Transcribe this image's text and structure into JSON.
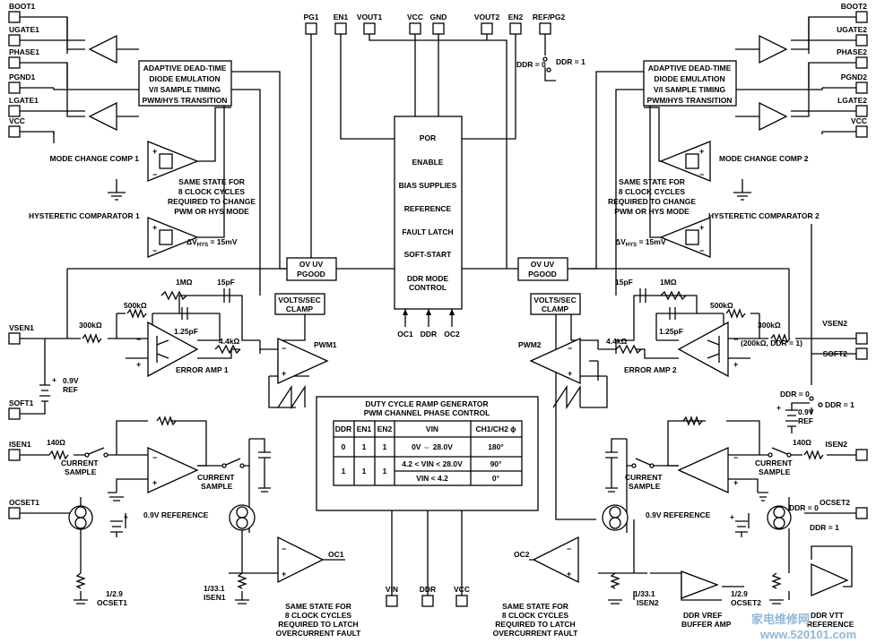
{
  "pins": {
    "boot1": "BOOT1",
    "ugate1": "UGATE1",
    "phase1": "PHASE1",
    "pgnd1": "PGND1",
    "lgate1": "LGATE1",
    "vcc_l": "VCC",
    "boot2": "BOOT2",
    "ugate2": "UGATE2",
    "phase2": "PHASE2",
    "pgnd2": "PGND2",
    "lgate2": "LGATE2",
    "vcc_r": "VCC",
    "pg1": "PG1",
    "en1": "EN1",
    "vout1": "VOUT1",
    "vcc_top": "VCC",
    "gnd": "GND",
    "vout2": "VOUT2",
    "en2": "EN2",
    "refpg2": "REF/PG2",
    "vsen1": "VSEN1",
    "soft1": "SOFT1",
    "isen1": "ISEN1",
    "ocset1": "OCSET1",
    "vsen2": "VSEN2",
    "soft2": "SOFT2",
    "isen2": "ISEN2",
    "ocset2": "OCSET2",
    "vin_b": "VIN",
    "ddr_b": "DDR",
    "vcc_b": "VCC",
    "oc1_in": "OC1",
    "ddr_in": "DDR",
    "oc2_in": "OC2"
  },
  "left_driver_block": [
    "ADAPTIVE DEAD-TIME",
    "DIODE EMULATION",
    "V/I SAMPLE TIMING",
    "PWM/HYS TRANSITION"
  ],
  "right_driver_block": [
    "ADAPTIVE DEAD-TIME",
    "DIODE EMULATION",
    "V/I SAMPLE TIMING",
    "PWM/HYS TRANSITION"
  ],
  "center_block": [
    "POR",
    "ENABLE",
    "BIAS SUPPLIES",
    "REFERENCE",
    "FAULT LATCH",
    "SOFT-START",
    "DDR MODE",
    "CONTROL"
  ],
  "labels": {
    "mode_comp1": "MODE CHANGE COMP 1",
    "mode_comp2": "MODE CHANGE COMP 2",
    "same_state_l": [
      "SAME STATE FOR",
      "8 CLOCK CYCLES",
      "REQUIRED TO CHANGE",
      "PWM OR HYS MODE"
    ],
    "same_state_r": [
      "SAME STATE FOR",
      "8 CLOCK CYCLES",
      "REQUIRED TO CHANGE",
      "PWM OR HYS MODE"
    ],
    "hyst_comp1": "HYSTERETIC COMPARATOR 1",
    "hyst_comp2": "HYSTERETIC COMPARATOR 2",
    "dvhys_main": "ΔV",
    "dvhys_sub": "HYS",
    "dvhys_val": " = 15mV",
    "ov_uv": "OV UV",
    "pgood": "PGOOD",
    "volts_sec": "VOLTS/SEC",
    "clamp": "CLAMP",
    "r1m": "1MΩ",
    "c15pf": "15pF",
    "r500k": "500kΩ",
    "r300k": "300kΩ",
    "c125pf": "1.25pF",
    "r44k": "4.4kΩ",
    "r200k_ddr": "(200kΩ, DDR = 1)",
    "pwm1": "PWM1",
    "pwm2": "PWM2",
    "error_amp1": "ERROR AMP 1",
    "error_amp2": "ERROR AMP 2",
    "ref09": "0.9V",
    "ref_word": "REF",
    "r140": "140Ω",
    "current": "CURRENT",
    "sample": "SAMPLE",
    "ref09_long": "0.9V REFERENCE",
    "oc1": "OC1",
    "oc2": "OC2",
    "ratio_29": "1/2.9",
    "ratio_331": "1/33.1",
    "latch_l": [
      "SAME STATE FOR",
      "8 CLOCK CYCLES",
      "REQUIRED TO LATCH",
      "OVERCURRENT FAULT"
    ],
    "latch_r": [
      "SAME STATE FOR",
      "8 CLOCK CYCLES",
      "REQUIRED TO LATCH",
      "OVERCURRENT FAULT"
    ],
    "ddr_eq0": "DDR = 0",
    "ddr_eq1": "DDR = 1",
    "ddr_vref": [
      "DDR VREF",
      "BUFFER AMP"
    ],
    "ddr_vtt": [
      "DDR VTT",
      "REFERENCE"
    ],
    "plus": "+",
    "minus": "−"
  },
  "ramp_block": {
    "title1": "DUTY CYCLE RAMP GENERATOR",
    "title2": "PWM CHANNEL PHASE CONTROL",
    "headers": [
      "DDR",
      "EN1",
      "EN2",
      "VIN",
      "CH1/CH2 ϕ"
    ],
    "rows": [
      [
        "0",
        "1",
        "1",
        "0V ⇔ 28.0V",
        "180°"
      ],
      [
        "1",
        "1",
        "1",
        "4.2 < VIN < 28.0V",
        "90°"
      ],
      [
        "",
        "",
        "",
        "VIN < 4.2",
        "0°"
      ]
    ]
  },
  "watermark": {
    "cn": "家电维修网",
    "url": "www.520101.com"
  }
}
